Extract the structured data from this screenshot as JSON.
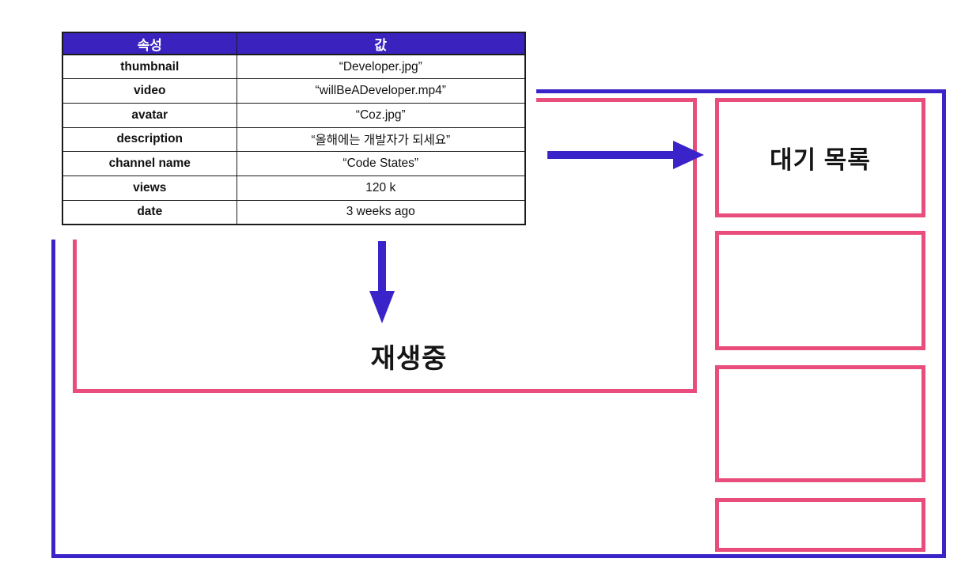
{
  "diagram": {
    "table": {
      "headers": [
        "속성",
        "값"
      ],
      "rows": [
        {
          "attr": "thumbnail",
          "value": "“Developer.jpg”"
        },
        {
          "attr": "video",
          "value": "“willBeADeveloper.mp4”"
        },
        {
          "attr": "avatar",
          "value": "“Coz.jpg”"
        },
        {
          "attr": "description",
          "value": "“올해에는 개발자가 되세요”"
        },
        {
          "attr": "channel name",
          "value": "“Code States”"
        },
        {
          "attr": "views",
          "value": "120 k"
        },
        {
          "attr": "date",
          "value": "3 weeks ago"
        }
      ]
    },
    "labels": {
      "now_playing": "재생중",
      "queue": "대기 목록"
    },
    "colors": {
      "accent_blue": "#3a23c8",
      "header_blue": "#3a22be",
      "accent_pink": "#e84d7c"
    }
  }
}
